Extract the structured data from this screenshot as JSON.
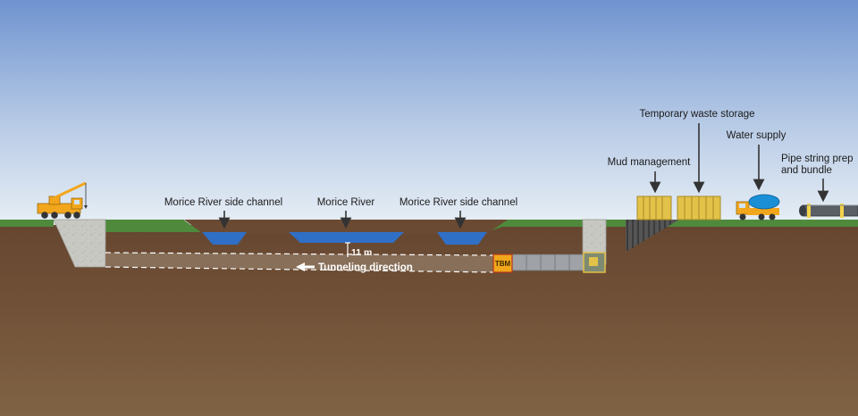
{
  "labels": {
    "side_channel_left": "Morice River side channel",
    "river": "Morice River",
    "side_channel_right": "Morice River side channel",
    "depth": "11 m",
    "direction": "Tunneling direction",
    "tbm": "TBM",
    "mud": "Mud management",
    "waste": "Temporary waste storage",
    "water": "Water supply",
    "pipe_line1": "Pipe string prep",
    "pipe_line2": "and bundle"
  },
  "colors": {
    "sky_top": "#6f93cf",
    "sky_bottom": "#e6eef6",
    "grass": "#4f8a3c",
    "soil_top": "#6b4a33",
    "soil_bottom": "#7d5f43",
    "water": "#2f6fc6",
    "concrete": "#c9c9c4",
    "machine_yellow": "#f2a61c",
    "container_yellow": "#e3c24a",
    "tank_blue": "#1a8fd6",
    "tunnel_band": "#8d7560"
  },
  "icons": [
    "crane-truck-icon",
    "water-truck-icon",
    "pipe-icon",
    "down-arrow-icon",
    "left-arrow-icon"
  ]
}
